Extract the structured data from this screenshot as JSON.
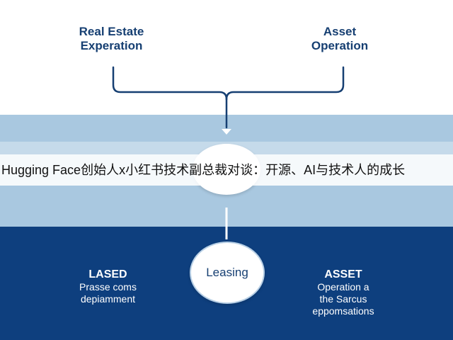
{
  "top": {
    "left_heading": "Real Estate\nExperation",
    "right_heading": "Asset\nOperation"
  },
  "caption": "Hugging Face创始人x小红书技术副总裁对谈：开源、AI与技术人的成长",
  "center": {
    "bottom_circle_label": "Leasing"
  },
  "bottom": {
    "left_title": "LASED",
    "left_text": "Prasse coms\ndepiamment",
    "right_title": "ASSET",
    "right_text": "Operation a\nthe Sarcus\neppomsations"
  },
  "colors": {
    "navy": "#0e3f7e",
    "light_blue": "#a9c8e0",
    "pale_blue": "#c5daea",
    "heading_text": "#163f72"
  }
}
